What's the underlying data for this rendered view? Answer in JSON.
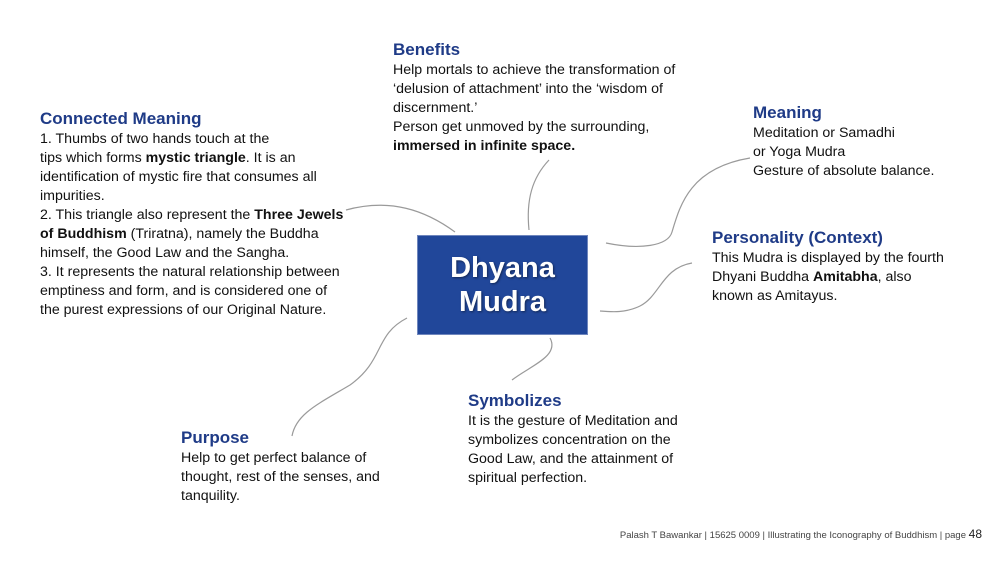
{
  "center": {
    "line1": "Dhyana",
    "line2": "Mudra"
  },
  "connected_meaning": {
    "heading": "Connected Meaning",
    "p1_a": "1. Thumbs of two hands touch at the",
    "p1_b": "tips which forms ",
    "p1_bold": "mystic triangle",
    "p1_c": ". It is an identification of mystic fire that consumes all impurities.",
    "p2_a": "2. This triangle also represent the ",
    "p2_bold": "Three Jewels of Buddhism",
    "p2_b": " (Triratna), namely the Buddha himself, the Good Law and the Sangha.",
    "p3": "3. It represents the natural relationship between emptiness and form, and is considered one of the purest expressions of our Original Nature."
  },
  "benefits": {
    "heading": "Benefits",
    "p1": "Help mortals to achieve the transformation of ‘delusion of attachment’ into the ‘wisdom of discernment.’",
    "p2_a": "Person get unmoved by the surrounding,",
    "p2_bold": "immersed in infinite space."
  },
  "meaning": {
    "heading": "Meaning",
    "l1": "Meditation or Samadhi",
    "l2": "or Yoga Mudra",
    "l3": "Gesture of absolute balance."
  },
  "personality": {
    "heading": "Personality (Context)",
    "t_a": "This Mudra is displayed by the fourth Dhyani Buddha ",
    "t_bold": "Amitabha",
    "t_b": ", also known as Amitayus."
  },
  "symbolizes": {
    "heading": "Symbolizes",
    "text": "It is the gesture of Meditation and symbolizes concentration on the Good Law, and the attainment of spiritual perfection."
  },
  "purpose": {
    "heading": "Purpose",
    "text": "Help to get perfect balance of thought, rest of the senses, and tanquility."
  },
  "footer": {
    "text": "Palash T Bawankar | 15625 0009 | Illustrating the Iconography of Buddhism | page ",
    "page": "48"
  },
  "colors": {
    "heading": "#1f3b87",
    "center_box": "#21479a",
    "connector": "#9a9a9a"
  }
}
